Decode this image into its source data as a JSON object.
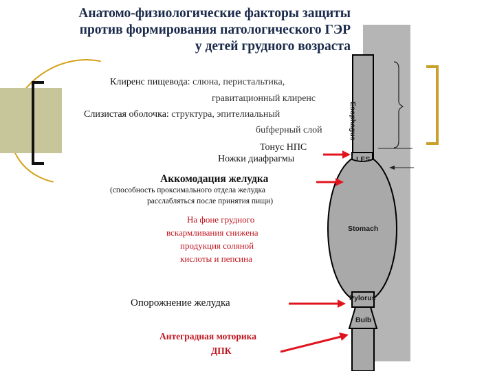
{
  "title": {
    "line1": "Анатомо-физиологические факторы защиты",
    "line2": "против формирования патологического ГЭР",
    "line3": "у детей грудного возраста"
  },
  "factors": {
    "clearance_label": "Клиренс пищевода:",
    "clearance_text_1": "слюна, перистальтика,",
    "clearance_text_2": "гравитационный клиренс",
    "mucosa_label": "Слизистая оболочка:",
    "mucosa_text_1": "структура, эпителиальный",
    "mucosa_text_2": "бufферный слой",
    "les_tone": "Тонус НПС",
    "diaphragm_crura": "Ножки диафрагмы",
    "accommodation": "Аккомодация желудка",
    "accommodation_note_1": "(способность проксимального отдела желудка",
    "accommodation_note_2": "расслабляться после принятия пищи)",
    "breastfeeding_1": "На фоне грудного",
    "breastfeeding_2": "вскармливания снижена",
    "breastfeeding_3": "продукция соляной",
    "breastfeeding_4": "кислоты и пепсина",
    "gastric_emptying": "Опорожнение желудка",
    "antegrade_1": "Антеградная моторика",
    "antegrade_2": "ДПК"
  },
  "anatomy": {
    "esophagus": "Esophagus",
    "les": "LES",
    "stomach": "Stomach",
    "pylorus": "Pylorus",
    "bulb": "Bulb"
  },
  "colors": {
    "accent_red": "#e0141e",
    "organ_gray": "#a9a9a9",
    "bracket_gold": "#c8a02a",
    "title_navy": "#1a2a4a"
  }
}
